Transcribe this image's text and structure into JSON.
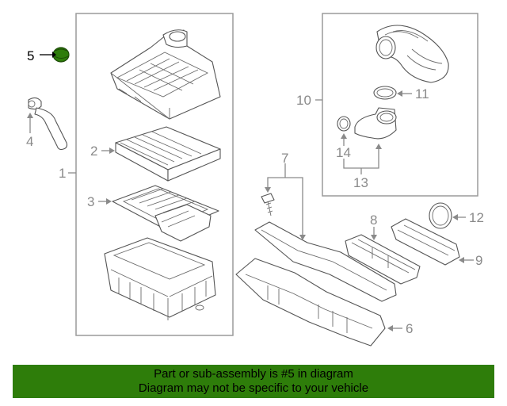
{
  "diagram": {
    "callouts": [
      {
        "id": "1",
        "label": "1"
      },
      {
        "id": "2",
        "label": "2"
      },
      {
        "id": "3",
        "label": "3"
      },
      {
        "id": "4",
        "label": "4"
      },
      {
        "id": "5",
        "label": "5"
      },
      {
        "id": "6",
        "label": "6"
      },
      {
        "id": "7",
        "label": "7"
      },
      {
        "id": "8",
        "label": "8"
      },
      {
        "id": "9",
        "label": "9"
      },
      {
        "id": "10",
        "label": "10"
      },
      {
        "id": "11",
        "label": "11"
      },
      {
        "id": "12",
        "label": "12"
      },
      {
        "id": "13",
        "label": "13"
      },
      {
        "id": "14",
        "label": "14"
      }
    ],
    "highlighted_part": "5",
    "highlight_color": "#2e7d0a",
    "line_color": "#8a8a8a"
  },
  "banner": {
    "line1": "Part or sub-assembly is #5 in diagram",
    "line2": "Diagram may not be specific to your vehicle",
    "background": "#2e7d0a"
  }
}
